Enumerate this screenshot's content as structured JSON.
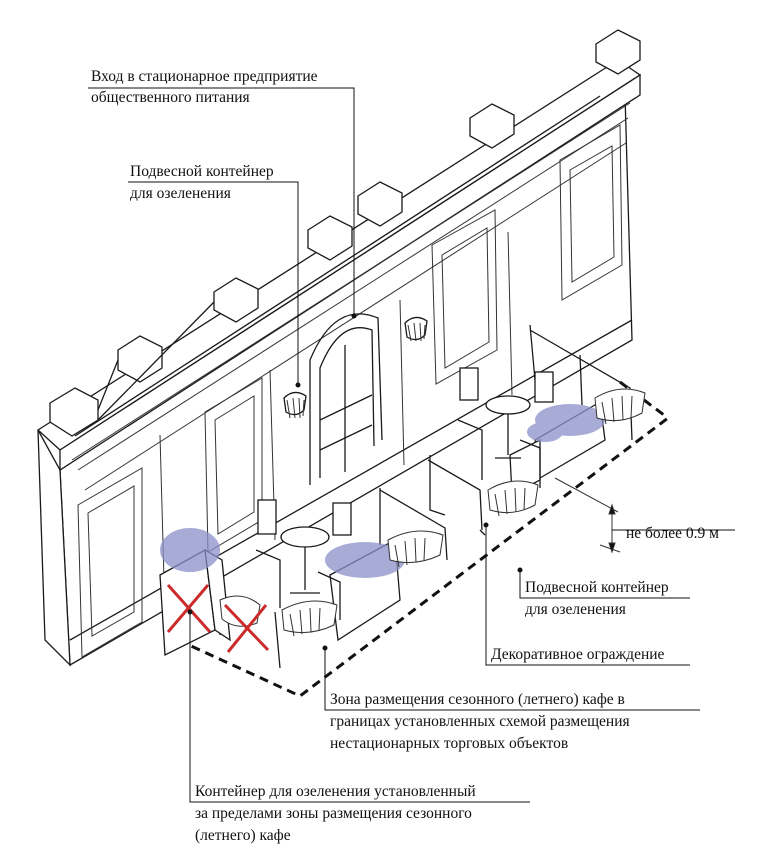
{
  "labels": {
    "entrance": [
      "Вход в стационарное предприятие",
      "общественного питания"
    ],
    "hanging_top": [
      "Подвесной контейнер",
      "для озеленения"
    ],
    "height": "не более 0.9 м",
    "hanging_right": [
      "Подвесной контейнер",
      "для озеленения"
    ],
    "fence": "Декоративное ограждение",
    "zone": [
      "Зона размещения сезонного (летнего) кафе в",
      "границах установленных схемой размещения",
      "нестационарных торговых объектов"
    ],
    "outside_container": [
      "Контейнер для озеленения установленный",
      "за пределами зоны размещения сезонного",
      "(летнего) кафе"
    ]
  },
  "colors": {
    "line": "#1a1a1a",
    "planting": "#8a8fc8",
    "cross": "#cc2b2b",
    "background": "#ffffff"
  },
  "icons": {
    "prohibited_mark": "red-cross-icon",
    "plant": "flower-planting-icon"
  }
}
